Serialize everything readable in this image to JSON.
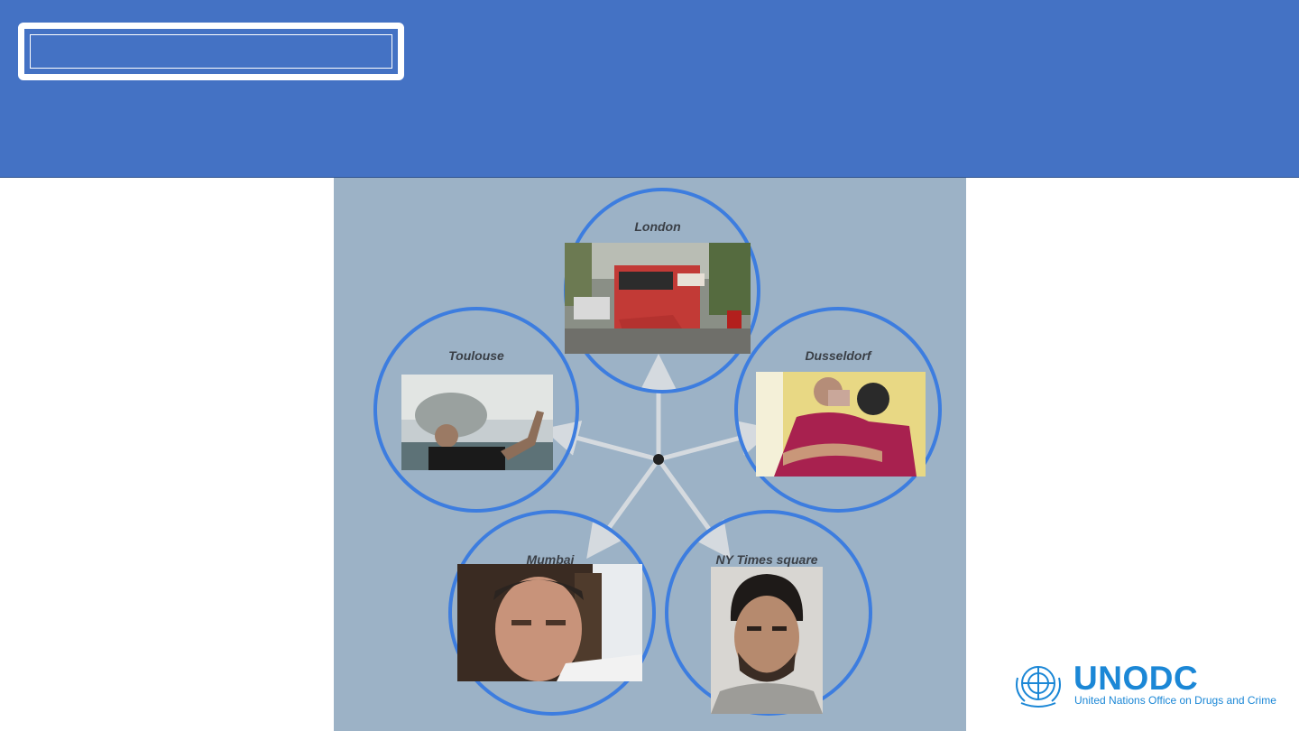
{
  "slide": {
    "title": ""
  },
  "diagram": {
    "cities": {
      "london": "London",
      "toulouse": "Toulouse",
      "dusseldorf": "Dusseldorf",
      "mumbai": "Mumbai",
      "ny": "NY Times square"
    },
    "circle_color": "#3d7ddf",
    "arrow_color": "#d5dadf"
  },
  "logo": {
    "name": "UNODC",
    "subtitle": "United Nations Office on Drugs and Crime",
    "color": "#1b87d6"
  }
}
